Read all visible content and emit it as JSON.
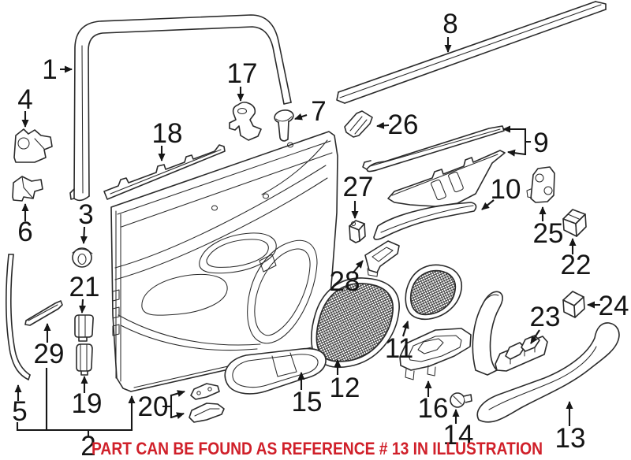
{
  "diagram": {
    "kind": "exploded-parts-diagram",
    "background_color": "#ffffff",
    "line_color": "#2a2a2a",
    "footer": {
      "text": "PART CAN BE FOUND AS REFERENCE # 13 IN ILLUSTRATION",
      "color": "#d0202a"
    },
    "callouts": [
      {
        "number": "1"
      },
      {
        "number": "2"
      },
      {
        "number": "3"
      },
      {
        "number": "4"
      },
      {
        "number": "5"
      },
      {
        "number": "6"
      },
      {
        "number": "7"
      },
      {
        "number": "8"
      },
      {
        "number": "9"
      },
      {
        "number": "10"
      },
      {
        "number": "11"
      },
      {
        "number": "12"
      },
      {
        "number": "13"
      },
      {
        "number": "14"
      },
      {
        "number": "15"
      },
      {
        "number": "16"
      },
      {
        "number": "17"
      },
      {
        "number": "18"
      },
      {
        "number": "19"
      },
      {
        "number": "20"
      },
      {
        "number": "21"
      },
      {
        "number": "22"
      },
      {
        "number": "23"
      },
      {
        "number": "24"
      },
      {
        "number": "25"
      },
      {
        "number": "26"
      },
      {
        "number": "27"
      },
      {
        "number": "28"
      },
      {
        "number": "29"
      }
    ]
  }
}
